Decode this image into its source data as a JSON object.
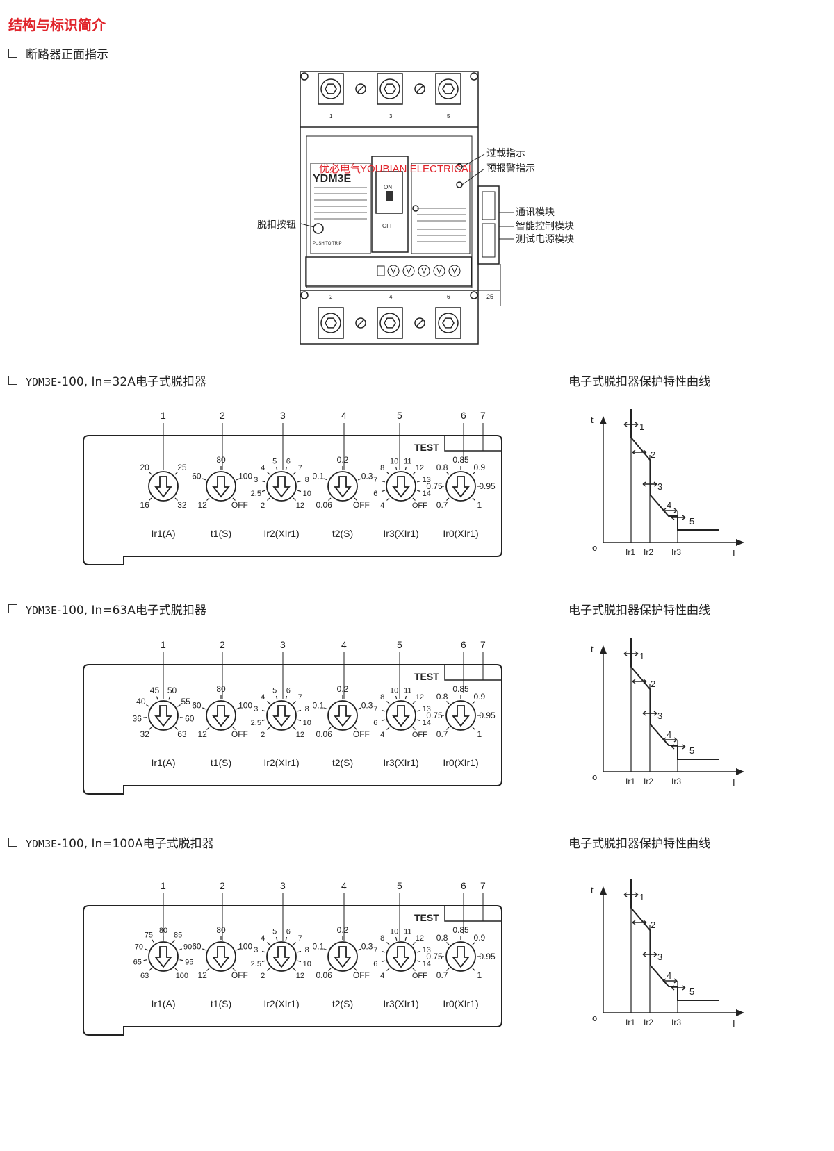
{
  "page_title": "结构与标识简介",
  "front": {
    "heading": "断路器正面指示",
    "brand_text": "YOUBIAN ELECTRICAL",
    "brand_overlay": "优必电气",
    "model": "YDM3E",
    "on_label": "ON",
    "off_label": "OFF",
    "push_to_trip": "PUSH TO TRIP",
    "dimension": "25",
    "terminals_top": [
      "1",
      "3",
      "5"
    ],
    "terminals_bottom": [
      "2",
      "4",
      "6"
    ],
    "callouts": {
      "overload": "过载指示",
      "prealarm": "预报警指示",
      "trip_button": "脱扣按钮",
      "comm": "通讯模块",
      "smart": "智能控制模块",
      "test_power": "测试电源模块"
    }
  },
  "curve_caption": "电子式脱扣器保护特性曲线",
  "curve_labels": {
    "t": "t",
    "o": "o",
    "I": "I",
    "ir1": "Ir1",
    "ir2": "Ir2",
    "ir3": "Ir3",
    "points": [
      "1",
      "2",
      "3",
      "4",
      "5"
    ]
  },
  "panels": [
    {
      "heading_model": "YDM3E",
      "heading_rest": "-100, In=32A电子式脱扣器",
      "test_label": "TEST",
      "callouts": [
        "1",
        "2",
        "3",
        "4",
        "5",
        "6",
        "7"
      ],
      "dials": [
        {
          "label": "Ir1(A)",
          "ticks": [
            "16",
            "20",
            "25",
            "32"
          ]
        },
        {
          "label": "t1(S)",
          "ticks": [
            "12",
            "60",
            "80",
            "100",
            "OFF"
          ]
        },
        {
          "label": "Ir2(XIr1)",
          "ticks": [
            "2",
            "2.5",
            "3",
            "4",
            "5",
            "6",
            "7",
            "8",
            "10",
            "12"
          ]
        },
        {
          "label": "t2(S)",
          "ticks": [
            "0.06",
            "0.1",
            "0.2",
            "0.3",
            "OFF"
          ]
        },
        {
          "label": "Ir3(XIr1)",
          "ticks": [
            "4",
            "6",
            "7",
            "8",
            "10",
            "11",
            "12",
            "13",
            "14",
            "OFF"
          ]
        },
        {
          "label": "Ir0(XIr1)",
          "ticks": [
            "0.7",
            "0.75",
            "0.8",
            "0.85",
            "0.9",
            "0.95",
            "1"
          ]
        }
      ]
    },
    {
      "heading_model": "YDM3E",
      "heading_rest": "-100, In=63A电子式脱扣器",
      "test_label": "TEST",
      "callouts": [
        "1",
        "2",
        "3",
        "4",
        "5",
        "6",
        "7"
      ],
      "dials": [
        {
          "label": "Ir1(A)",
          "ticks": [
            "32",
            "36",
            "40",
            "45",
            "50",
            "55",
            "60",
            "63"
          ]
        },
        {
          "label": "t1(S)",
          "ticks": [
            "12",
            "60",
            "80",
            "100",
            "OFF"
          ]
        },
        {
          "label": "Ir2(XIr1)",
          "ticks": [
            "2",
            "2.5",
            "3",
            "4",
            "5",
            "6",
            "7",
            "8",
            "10",
            "12"
          ]
        },
        {
          "label": "t2(S)",
          "ticks": [
            "0.06",
            "0.1",
            "0.2",
            "0.3",
            "OFF"
          ]
        },
        {
          "label": "Ir3(XIr1)",
          "ticks": [
            "4",
            "6",
            "7",
            "8",
            "10",
            "11",
            "12",
            "13",
            "14",
            "OFF"
          ]
        },
        {
          "label": "Ir0(XIr1)",
          "ticks": [
            "0.7",
            "0.75",
            "0.8",
            "0.85",
            "0.9",
            "0.95",
            "1"
          ]
        }
      ]
    },
    {
      "heading_model": "YDM3E",
      "heading_rest": "-100, In=100A电子式脱扣器",
      "test_label": "TEST",
      "callouts": [
        "1",
        "2",
        "3",
        "4",
        "5",
        "6",
        "7"
      ],
      "dials": [
        {
          "label": "Ir1(A)",
          "ticks": [
            "63",
            "65",
            "70",
            "75",
            "80",
            "85",
            "90",
            "95",
            "100"
          ]
        },
        {
          "label": "t1(S)",
          "ticks": [
            "12",
            "60",
            "80",
            "100",
            "OFF"
          ]
        },
        {
          "label": "Ir2(XIr1)",
          "ticks": [
            "2",
            "2.5",
            "3",
            "4",
            "5",
            "6",
            "7",
            "8",
            "10",
            "12"
          ]
        },
        {
          "label": "t2(S)",
          "ticks": [
            "0.06",
            "0.1",
            "0.2",
            "0.3",
            "OFF"
          ]
        },
        {
          "label": "Ir3(XIr1)",
          "ticks": [
            "4",
            "6",
            "7",
            "8",
            "10",
            "11",
            "12",
            "13",
            "14",
            "OFF"
          ]
        },
        {
          "label": "Ir0(XIr1)",
          "ticks": [
            "0.7",
            "0.75",
            "0.8",
            "0.85",
            "0.9",
            "0.95",
            "1"
          ]
        }
      ]
    }
  ]
}
